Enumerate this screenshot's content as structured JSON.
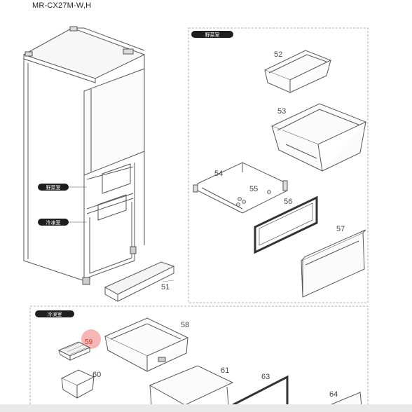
{
  "model": "MR-CX27M-W,H",
  "sections": {
    "vegetable": "野菜室",
    "freezer": "冷凍室"
  },
  "callouts": {
    "vegetable_main": "野菜室",
    "freezer_main": "冷凍室"
  },
  "parts": {
    "p51": "51",
    "p52": "52",
    "p53": "53",
    "p54": "54",
    "p55": "55",
    "p56": "56",
    "p57": "57",
    "p58": "58",
    "p59": "59",
    "p60": "60",
    "p61": "61",
    "p63": "63",
    "p64": "64"
  },
  "colors": {
    "highlight": "#f6b6b6",
    "line": "#555555",
    "pill": "#1e1e1e"
  }
}
